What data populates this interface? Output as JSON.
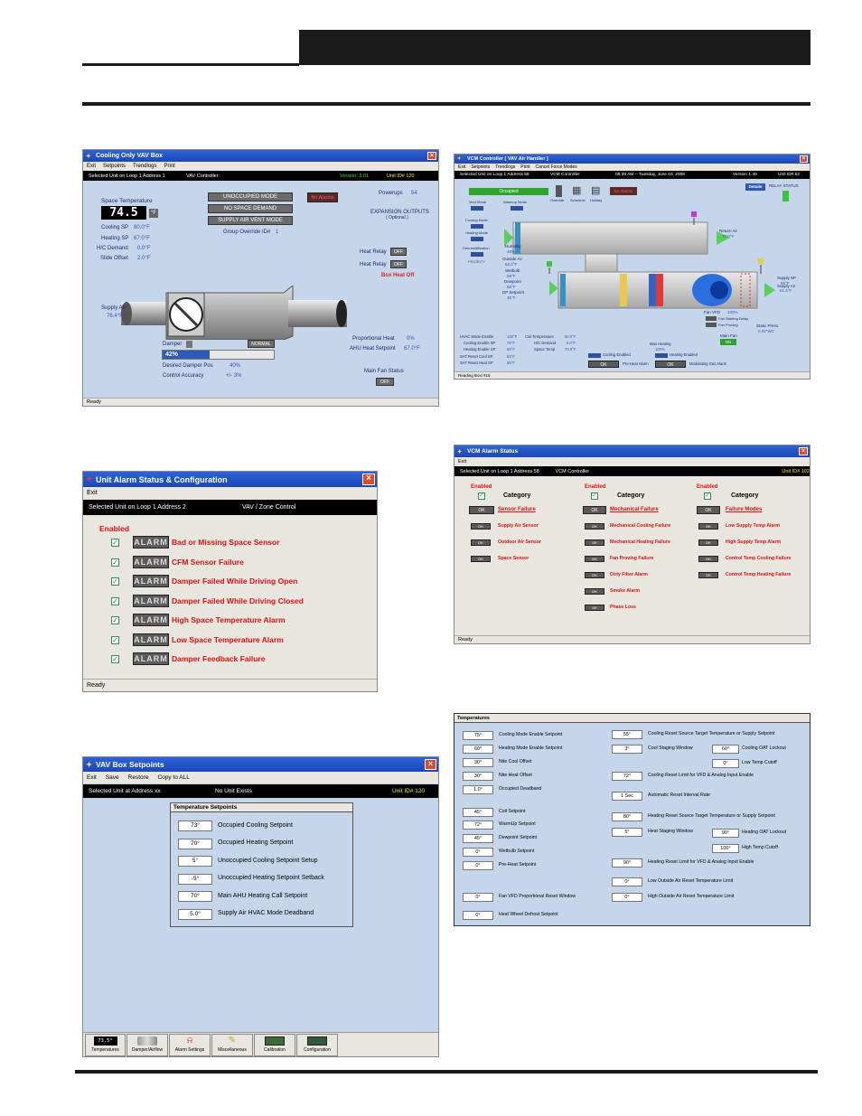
{
  "header": {
    "dark_bar": "#1a1a1a"
  },
  "w1": {
    "title": "Cooling Only VAV Box",
    "menu": [
      "Exit",
      "Setpoints",
      "Trendlogs",
      "Print"
    ],
    "info_left": "Selected Unit on Loop 1 Address 1",
    "info_mid": "VAV Controller",
    "version": "Version: 3.01",
    "unit": "Unit ID# 120",
    "space_temp_label": "Space Temperature",
    "space_temp": "74.5",
    "temp_unit": "°F",
    "left_rows": [
      {
        "l": "Cooling SP",
        "v": "80.0°F"
      },
      {
        "l": "Heating SP",
        "v": "67.0°F"
      },
      {
        "l": "H/C Demand",
        "v": "0.0°F"
      },
      {
        "l": "Slide Offset",
        "v": "2.0°F"
      }
    ],
    "modes": [
      "UNOCCUPIED MODE",
      "NO SPACE DEMAND",
      "SUPPLY AIR VENT MODE"
    ],
    "no_alarms": "No Alarms",
    "group_override_label": "Group Override ID#",
    "group_override": "1",
    "powerups_label": "Powerups",
    "powerups": "54",
    "expansion": "EXPANSION OUTPUTS",
    "optional": "( Optional )",
    "heat_relay1": "Heat Relay",
    "heat_relay2": "Heat Relay",
    "off": "OFF",
    "box_heat": "Box Heat Off",
    "supply_air_label": "Supply Air",
    "supply_air": "76.4°F",
    "damper_label": "Damper",
    "normal": "NORMAL",
    "damper_pct": "42%",
    "damper_fill": 0.42,
    "desired_label": "Desired Damper Pos",
    "desired": "40%",
    "accuracy_label": "Control Accuracy",
    "accuracy": "+/- 3%",
    "prop_heat_label": "Proportional Heat",
    "prop_heat": "0%",
    "ahu_label": "AHU Heat Setpoint",
    "ahu": "67.0°F",
    "main_fan_label": "Main Fan Status",
    "main_fan": "OFF",
    "status": "Ready"
  },
  "w2": {
    "title": "VCM Controller [ VAV Air Handler ]",
    "menu": [
      "Exit",
      "Setpoints",
      "Trendlogs",
      "Print",
      "Cancel Force Modes"
    ],
    "info_left": "Selected Unit on Loop 1 Address 58",
    "info_mid": "VCM Controller",
    "datetime": "08:39 AM -- Tuesday, June 03, 2008",
    "version": "Version 1.40",
    "unit": "Unit ID# 52",
    "occupied": "Occupied",
    "override": "Override",
    "schedule": "Schedule",
    "holiday": "Holiday",
    "alarms": "No Alarms",
    "details": "Details",
    "relay_status": "RELAY STATUS",
    "left_modes": [
      "Vent Mode",
      "Cooling Mode",
      "Heating Mode",
      "Dehumidification"
    ],
    "warmup": "Warmup Mode",
    "priority": "PRIORITY",
    "return_air_label": "Return Air",
    "return_air": "70.0°F",
    "humidity": "Humidity",
    "humidity_v": "48%",
    "outside_label": "Outside Air",
    "outside": "63.0°F",
    "wetbulb": "Wetbulb",
    "wetbulb_v": "58°F",
    "dewpoint": "Dewpoint",
    "dewpoint_v": "56°F",
    "dp_setpoint": "DP Setpoint",
    "dp_setpoint_v": "45°F",
    "supply_sp_label": "Supply SP",
    "supply_sp": "55°F",
    "supply_air_label": "Supply Air",
    "supply_air": "61.4°F",
    "fan_vfd": "Fan VFD",
    "fan_vfd_v": "100%",
    "fan_starting": "Fan Starting Delay",
    "fan_proving": "Fan Proving",
    "static": "Static Press.",
    "static_v": "0.02\"WC",
    "main_fan": "Main Fan",
    "main_fan_v": "ON",
    "bottom_left": [
      {
        "l": "HVAC Mode Enable",
        "v": "100°F"
      },
      {
        "l": "Cooling Enable SP",
        "v": "75°F"
      },
      {
        "l": "Heating Enable SP",
        "v": "55°F"
      },
      {
        "l": "SAT Reset Cool SP",
        "v": "65°F"
      },
      {
        "l": "SAT Reset Heat SP",
        "v": "55°F"
      }
    ],
    "bottom_mid": [
      {
        "l": "Coil Temperature",
        "v": "60.0°F"
      },
      {
        "l": "H/C Demand",
        "v": "0.0°F"
      },
      {
        "l": "Space Temp",
        "v": "70.0°F"
      }
    ],
    "max_heating": "Max Heating",
    "max_heating_v": "100%",
    "cooling_enabled": "Cooling Enabled",
    "heating_enabled": "Heating Enabled",
    "preheat": "Pre-Heat Alarm",
    "modulating": "Modulating Gas Alarm",
    "ok": "OK",
    "status": "Reading Boxi #15"
  },
  "w3": {
    "title": "Unit Alarm Status & Configuration",
    "menu": "Exit",
    "info_left": "Selected Unit on Loop 1 Address 2",
    "info_mid": "VAV / Zone Control",
    "enabled": "Enabled",
    "alarm": "ALARM",
    "items": [
      "Bad or Missing Space Sensor",
      "CFM Sensor Failure",
      "Damper Failed While Driving Open",
      "Damper Failed While Driving Closed",
      "High Space Temperature Alarm",
      "Low Space Temperature Alarm",
      "Damper Feedback Failure"
    ],
    "status": "Ready"
  },
  "w4": {
    "title": "VCM Alarm Status",
    "menu": "Exit",
    "info_left": "Selected Unit on Loop 1 Address 58",
    "info_mid": "VCM Controller",
    "unit": "Unit ID# 102",
    "enabled": "Enabled",
    "category": "Category",
    "ok": "OK",
    "col1": [
      "Sensor Failure",
      "Supply Air Sensor",
      "Outdoor Air Sensor",
      "Space Sensor"
    ],
    "col2": [
      "Mechanical Failure",
      "Mechanical Cooling Failure",
      "Mechanical Heating Failure",
      "Fan Proving Failure",
      "Dirty Filter Alarm",
      "Smoke Alarm",
      "Phase Loss"
    ],
    "col3": [
      "Failure Modes",
      "Low Supply Temp Alarm",
      "High Supply Temp Alarm",
      "Control Temp Cooling Failure",
      "Control Temp Heating Failure"
    ],
    "status": "Ready"
  },
  "w5": {
    "title": "VAV Box Setpoints",
    "menu": [
      "Exit",
      "Save",
      "Restore",
      "Copy to ALL"
    ],
    "info_left": "Selected Unit at Address xx",
    "info_mid": "No Unit Exists",
    "unit": "Unit ID# 120",
    "group": "Temperature Setpoints",
    "rows": [
      {
        "v": "73°",
        "l": "Occupied Cooling Setpoint"
      },
      {
        "v": "70°",
        "l": "Occupied Heating Setpoint"
      },
      {
        "v": "5°",
        "l": "Unoccupied Cooling Setpoint Setup"
      },
      {
        "v": "-5°",
        "l": "Unoccupied Heating Setpoint Setback"
      },
      {
        "v": "70°",
        "l": "Main AHU Heating Call Setpoint"
      },
      {
        "v": "5.0°",
        "l": "Supply Air HVAC Mode Deadband"
      }
    ],
    "tabs": [
      "Temperatures",
      "Damper/Airflow",
      "Alarm Settings",
      "Miscellaneous",
      "Calibration",
      "Configuration"
    ],
    "tab_icons": [
      "temperature-icon",
      "damper-icon",
      "alarm-bell-icon",
      "miscellaneous-icon",
      "calibration-icon",
      "configuration-icon"
    ],
    "tab0_glyph": "73.5°"
  },
  "w6": {
    "title": "Temperatures",
    "left": [
      {
        "v": "75°",
        "l": "Cooling Mode Enable Setpoint"
      },
      {
        "v": "60°",
        "l": "Heating Mode Enable Setpoint"
      },
      {
        "v": "30°",
        "l": "Nite Cool Offset"
      },
      {
        "v": "30°",
        "l": "Nite Heat Offset"
      },
      {
        "v": "1.0°",
        "l": "Occupied Deadband"
      },
      {
        "v": "45°",
        "l": "Coil Setpoint"
      },
      {
        "v": "72°",
        "l": "WarmUp Setpoint"
      },
      {
        "v": "45°",
        "l": "Dewpoint Setpoint"
      },
      {
        "v": "0°",
        "l": "Wetbulb Setpoint"
      },
      {
        "v": "0°",
        "l": "Pre-Heat Setpoint"
      },
      {
        "v": "0°",
        "l": "Fan VFD Proportional Reset Window"
      },
      {
        "v": "0°",
        "l": "Heat Wheel Defrost Setpoint"
      }
    ],
    "right": [
      {
        "v": "55°",
        "l": "Cooling Reset Source Target Temperature or Supply Setpoint"
      },
      {
        "v": "3°",
        "l": "Cool Staging Window"
      },
      {
        "v": "72°",
        "l": "Cooling Reset Limit for VFD & Analog Input Enable"
      },
      {
        "v": "1 Sec",
        "l": "Automatic Reset Interval Rate"
      },
      {
        "v": "80°",
        "l": "Heating Reset Source Target Temperature or Supply Setpoint"
      },
      {
        "v": "5°",
        "l": "Heat Staging Window"
      },
      {
        "v": "90°",
        "l": "Heating Reset Limit for VFD & Analog Input Enable"
      },
      {
        "v": "0°",
        "l": "Low Outside Air Reset Temperature Limit"
      },
      {
        "v": "0°",
        "l": "High Outside Air Reset Temperature Limit"
      }
    ],
    "sub": [
      {
        "v": "60°",
        "l": "Cooling OAT Lockout"
      },
      {
        "v": "0°",
        "l": "Low Temp Cutoff"
      },
      {
        "v": "90°",
        "l": "Heating OAT Lockout"
      },
      {
        "v": "100°",
        "l": "High Temp Cutoff"
      }
    ]
  }
}
